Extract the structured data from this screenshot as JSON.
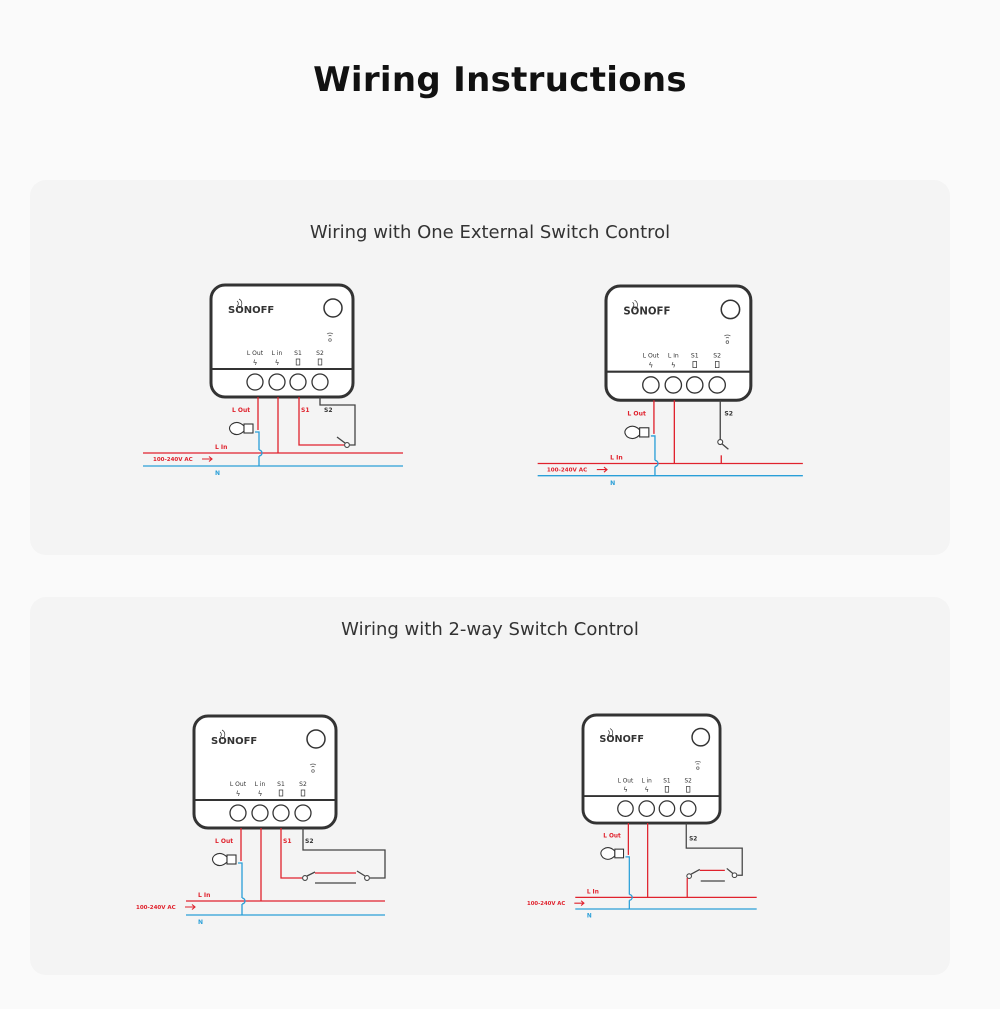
{
  "page": {
    "title": "Wiring Instructions"
  },
  "colors": {
    "live": "#e0222d",
    "neutral": "#2a9fd8",
    "switch_wire": "#444444",
    "device": "#333333"
  },
  "device": {
    "logo": "SONOFF",
    "terminals": [
      "L Out",
      "L in",
      "S1",
      "S2"
    ],
    "terminal_icons": [
      "lightning-icon",
      "lightning-icon",
      "switch-icon",
      "switch-icon"
    ]
  },
  "wire_labels": {
    "l_out": "L Out",
    "s1": "S1",
    "s2": "S2",
    "l_in": "L In",
    "supply": "100-240V AC",
    "n": "N"
  },
  "sections": [
    {
      "title": "Wiring with One External Switch Control",
      "diagrams": [
        {
          "variant": "single-s1"
        },
        {
          "variant": "single-s2"
        }
      ]
    },
    {
      "title": "Wiring with 2-way Switch Control",
      "diagrams": [
        {
          "variant": "2way-s1"
        },
        {
          "variant": "2way-s2"
        }
      ]
    }
  ]
}
